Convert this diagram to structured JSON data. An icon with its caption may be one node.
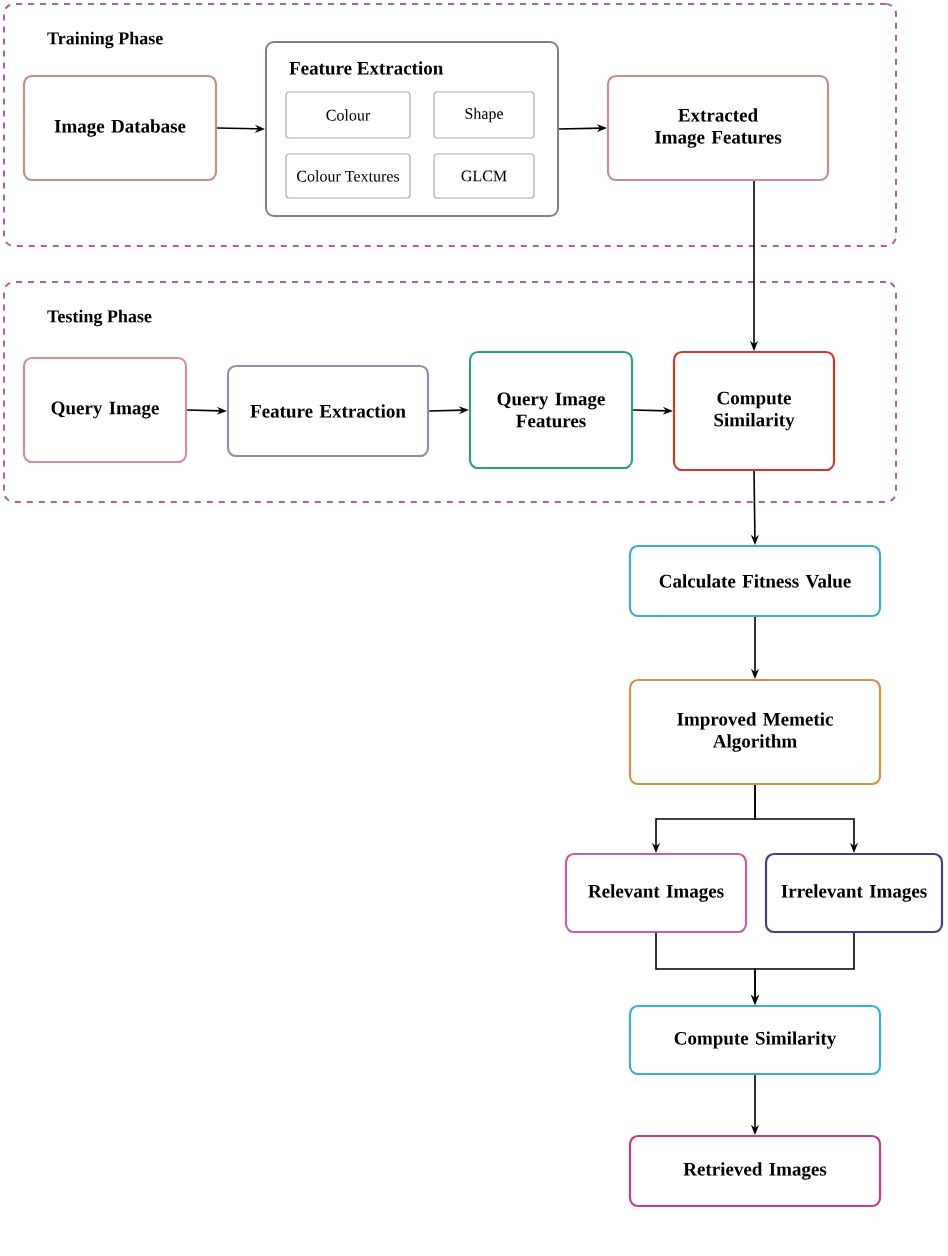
{
  "diagram": {
    "nodes": [
      {
        "text": [
          "Training Phase"
        ]
      },
      {
        "text": [
          "Image Database"
        ],
        "in": 0
      },
      {
        "text": [
          "Feature Extraction"
        ],
        "in": 0
      },
      {
        "text": [
          "Colour"
        ],
        "in": 2
      },
      {
        "text": [
          "Shape"
        ],
        "in": 2
      },
      {
        "text": [
          "Colour Textures"
        ],
        "in": 2
      },
      {
        "text": [
          "GLCM"
        ],
        "in": 2
      },
      {
        "text": [
          "Extracted Image Features"
        ],
        "in": 0
      },
      {
        "text": [
          "Testing Phase"
        ]
      },
      {
        "text": [
          "Query Image"
        ],
        "in": 8
      },
      {
        "text": [
          "Feature Extraction"
        ],
        "in": 8
      },
      {
        "text": [
          "Query Image Features"
        ],
        "in": 8
      },
      {
        "text": [
          "Compute Similarity"
        ],
        "in": 8
      },
      {
        "text": [
          "Calculate Fitness Value"
        ]
      },
      {
        "text": [
          "Improved Memetic Algorithm"
        ]
      },
      {
        "text": [
          "Relevant Images"
        ]
      },
      {
        "text": [
          "Irrelevant Images"
        ]
      },
      {
        "text": [
          "Compute Similarity"
        ]
      },
      {
        "text": [
          "Retrieved Images"
        ]
      }
    ],
    "edges": [
      {
        "from": 1,
        "to": 2,
        "arrow": "to"
      },
      {
        "from": 2,
        "to": 7,
        "arrow": "to"
      },
      {
        "from": 7,
        "to": 12,
        "arrow": "to"
      },
      {
        "from": 9,
        "to": 10,
        "arrow": "to"
      },
      {
        "from": 10,
        "to": 11,
        "arrow": "to"
      },
      {
        "from": 11,
        "to": 12,
        "arrow": "to"
      },
      {
        "from": 12,
        "to": 13,
        "arrow": "to"
      },
      {
        "from": 13,
        "to": 14,
        "arrow": "to"
      },
      {
        "from": 14,
        "to": 15,
        "arrow": "to"
      },
      {
        "from": 14,
        "to": 16,
        "arrow": "to"
      },
      {
        "from": 15,
        "to": 17,
        "arrow": "to"
      },
      {
        "from": 16,
        "to": 17,
        "arrow": "to"
      },
      {
        "from": 17,
        "to": 18,
        "arrow": "to"
      }
    ]
  }
}
